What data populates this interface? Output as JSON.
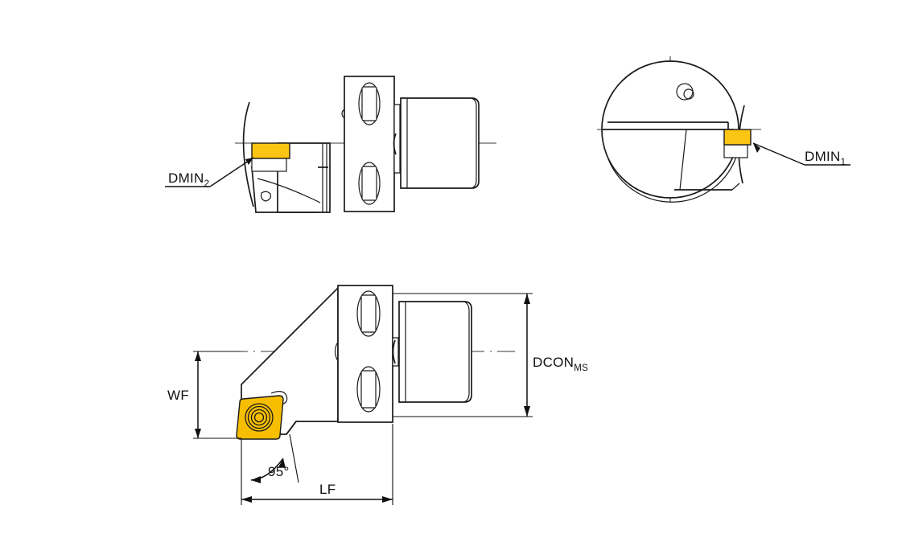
{
  "drawing": {
    "title": "Indexable boring bar cutting head - technical drawing",
    "background_color": "#ffffff",
    "line_color": "#1a1a1a",
    "centerline_color": "#3a3a3a",
    "insert_color": "#FBC513",
    "insert_color_alt": "#F5A800",
    "views": [
      {
        "id": "view-top-left",
        "name": "side-view-cutting-head",
        "description": "Side elevation of boring head with cutting insert, coupling flange and cylindrical shank"
      },
      {
        "id": "view-top-right",
        "name": "end-view-cutting-head",
        "description": "Front end view showing circular body and insert at minimum bore diameter"
      },
      {
        "id": "view-bottom",
        "name": "plan-view-cutting-head",
        "description": "Top plan view showing 95 degree lead angle, insert seat, coupling and shank with overall dimensions"
      }
    ]
  },
  "labels": {
    "dmin2": {
      "base": "DMIN",
      "subscript": "2",
      "full": "DMIN2",
      "view": "side-view-cutting-head"
    },
    "dmin1": {
      "base": "DMIN",
      "subscript": "1",
      "full": "DMIN1",
      "view": "end-view-cutting-head"
    },
    "dcon_ms": {
      "base": "DCON",
      "subscript": "MS",
      "full": "DCONMS",
      "view": "plan-view-cutting-head"
    },
    "wf": {
      "base": "WF",
      "subscript": "",
      "full": "WF",
      "view": "plan-view-cutting-head"
    },
    "lf": {
      "base": "LF",
      "subscript": "",
      "full": "LF",
      "view": "plan-view-cutting-head"
    },
    "lead_angle": {
      "base": "95°",
      "subscript": "",
      "full": "95°",
      "view": "plan-view-cutting-head"
    }
  }
}
